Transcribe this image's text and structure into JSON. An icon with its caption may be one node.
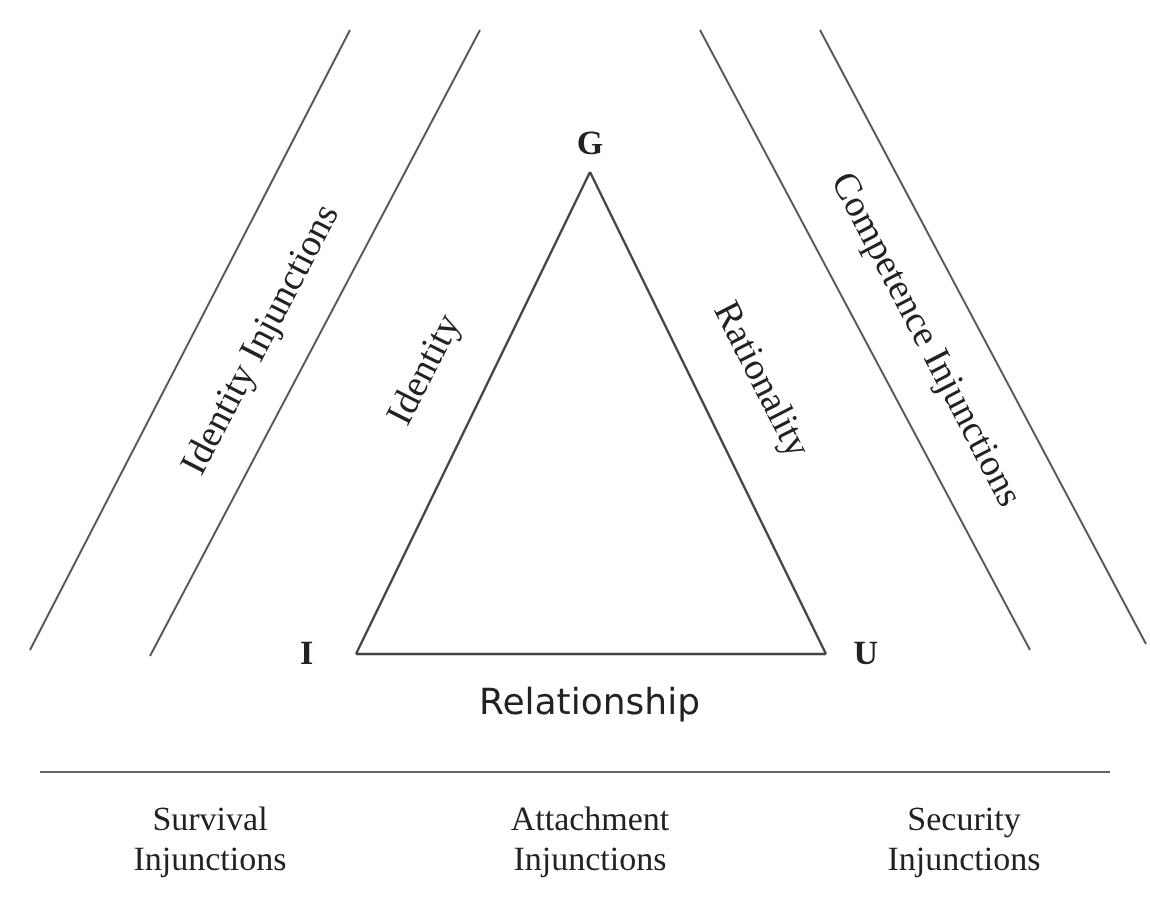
{
  "diagram": {
    "nodes": [
      {
        "text": [
          "G"
        ]
      },
      {
        "text": [
          "I"
        ]
      },
      {
        "text": [
          "U"
        ]
      },
      {
        "text": [
          "Identity Injunctions"
        ]
      },
      {
        "text": [
          "Competence Injunctions"
        ]
      }
    ],
    "edges": [
      {
        "from": 1,
        "to": 0,
        "arrow": "none",
        "label": "Identity"
      },
      {
        "from": 0,
        "to": 2,
        "arrow": "none",
        "label": "Rationality"
      },
      {
        "from": 1,
        "to": 2,
        "arrow": "none",
        "label": "Relationship"
      }
    ],
    "labels": [
      "Survival Injunctions",
      "Attachment Injunctions",
      "Security Injunctions"
    ]
  }
}
